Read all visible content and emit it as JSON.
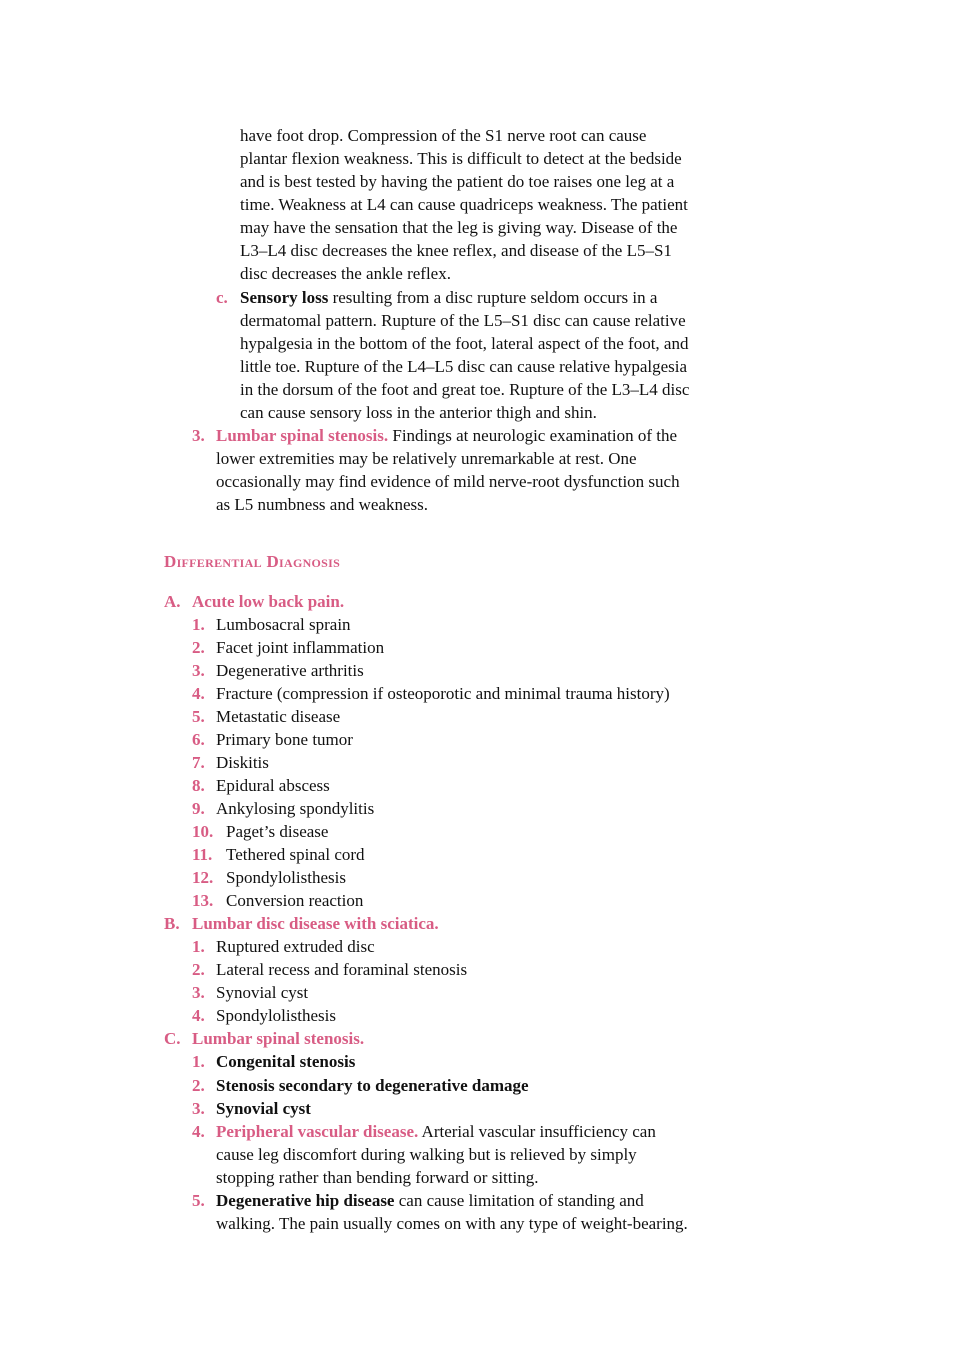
{
  "accent_color": "#d85c84",
  "continuation_lines": [
    "have foot drop. Compression of the S1 nerve root can cause",
    "plantar flexion weakness. This is difficult to detect at the bedside",
    "and is best tested by having the patient do toe raises one leg at a",
    "time. Weakness at L4 can cause quadriceps weakness. The patient",
    "may have the sensation that the leg is giving way. Disease of the",
    "L3–L4 disc decreases the knee reflex, and disease of the L5–S1",
    "disc decreases the ankle reflex."
  ],
  "item_c": {
    "marker": "c.",
    "bold": "Sensory loss",
    "first_rest": " resulting from a disc rupture seldom occurs in a",
    "lines": [
      "dermatomal pattern. Rupture of the L5–S1 disc can cause relative",
      "hypalgesia in the bottom of the foot, lateral aspect of the foot, and",
      "little toe. Rupture of the L4–L5 disc can cause relative hypalgesia",
      "in the dorsum of the foot and great toe. Rupture of the L3–L4 disc",
      "can cause sensory loss in the anterior thigh and shin."
    ]
  },
  "item_3": {
    "marker": "3.",
    "title": "Lumbar spinal stenosis.",
    "first_rest": " Findings at neurologic examination of the",
    "lines": [
      "lower extremities may be relatively unremarkable at rest. One",
      "occasionally may find evidence of mild nerve-root dysfunction such",
      "as L5 numbness and weakness."
    ]
  },
  "section_heading": "Differential Diagnosis",
  "section_a": {
    "marker": "A.",
    "title": "Acute low back pain.",
    "items": [
      {
        "n": "1.",
        "text": "Lumbosacral sprain"
      },
      {
        "n": "2.",
        "text": "Facet joint inflammation"
      },
      {
        "n": "3.",
        "text": "Degenerative arthritis"
      },
      {
        "n": "4.",
        "text": "Fracture (compression if osteoporotic and minimal trauma history)"
      },
      {
        "n": "5.",
        "text": "Metastatic disease"
      },
      {
        "n": "6.",
        "text": "Primary bone tumor"
      },
      {
        "n": "7.",
        "text": "Diskitis"
      },
      {
        "n": "8.",
        "text": "Epidural abscess"
      },
      {
        "n": "9.",
        "text": "Ankylosing spondylitis"
      },
      {
        "n": "10.",
        "text": "Paget’s disease"
      },
      {
        "n": "11.",
        "text": "Tethered spinal cord"
      },
      {
        "n": "12.",
        "text": "Spondylolisthesis"
      },
      {
        "n": "13.",
        "text": "Conversion reaction"
      }
    ]
  },
  "section_b": {
    "marker": "B.",
    "title": "Lumbar disc disease with sciatica.",
    "items": [
      {
        "n": "1.",
        "text": "Ruptured extruded disc"
      },
      {
        "n": "2.",
        "text": "Lateral recess and foraminal stenosis"
      },
      {
        "n": "3.",
        "text": "Synovial cyst"
      },
      {
        "n": "4.",
        "text": "Spondylolisthesis"
      }
    ]
  },
  "section_c": {
    "marker": "C.",
    "title": "Lumbar spinal stenosis.",
    "items": [
      {
        "n": "1.",
        "text": "Congenital stenosis"
      },
      {
        "n": "2.",
        "text": "Stenosis secondary to degenerative damage"
      },
      {
        "n": "3.",
        "text": "Synovial cyst"
      }
    ],
    "item4": {
      "n": "4.",
      "title": "Peripheral vascular disease.",
      "first_rest": " Arterial vascular insufficiency can",
      "lines": [
        "cause leg discomfort during walking but is relieved by simply",
        "stopping rather than bending forward or sitting."
      ]
    },
    "item5": {
      "n": "5.",
      "bold": "Degenerative hip disease",
      "first_rest": " can cause limitation of standing and",
      "lines": [
        "walking. The pain usually comes on with any type of weight-bearing."
      ]
    }
  }
}
